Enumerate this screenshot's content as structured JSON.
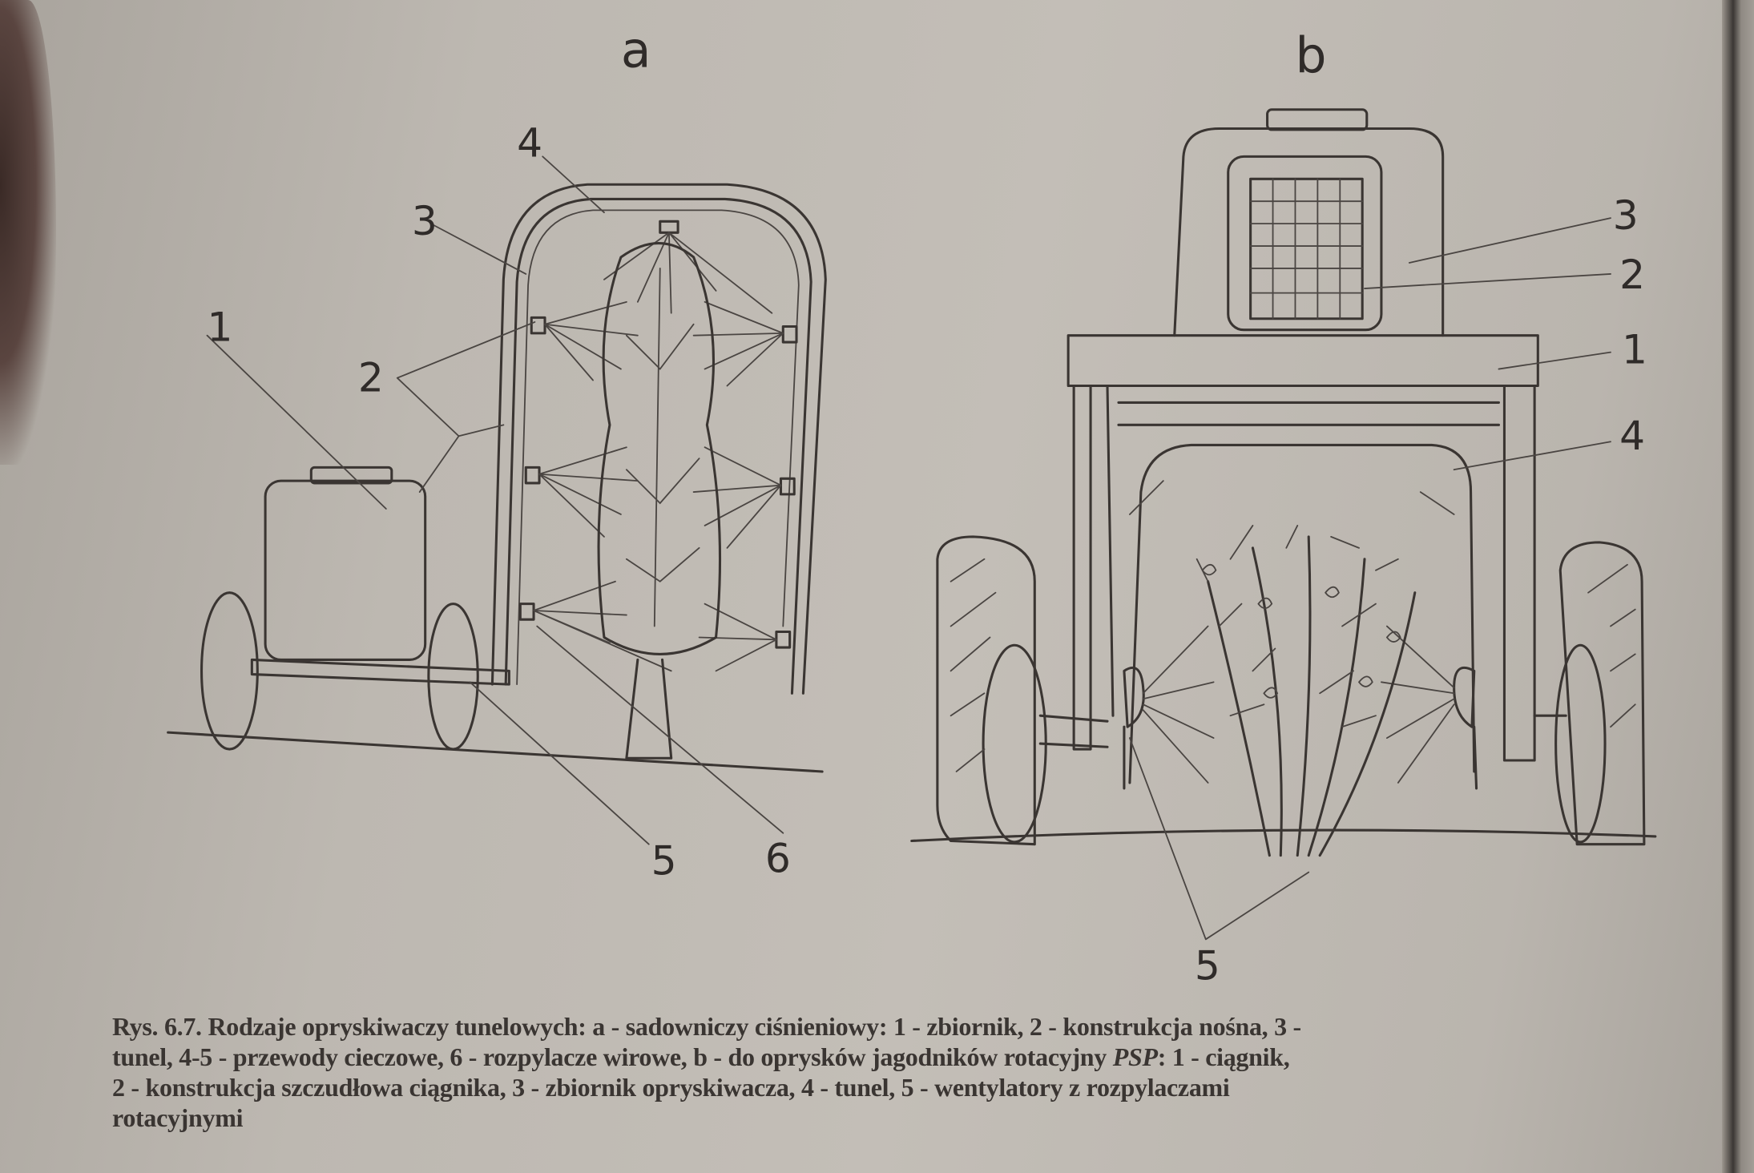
{
  "figure": {
    "panel_a": {
      "label": "a",
      "callouts": [
        "1",
        "2",
        "3",
        "4",
        "5",
        "6"
      ]
    },
    "panel_b": {
      "label": "b",
      "callouts": [
        "1",
        "2",
        "3",
        "4",
        "5"
      ]
    }
  },
  "caption": {
    "line1": "Rys. 6.7. Rodzaje opryskiwaczy tunelowych: a - sadowniczy ciśnieniowy: 1 - zbiornik, 2 - konstrukcja nośna, 3 -",
    "line2": "tunel, 4-5 - przewody cieczowe, 6 - rozpylacze wirowe, b - do oprysków jagodników rotacyjny",
    "line2_italic": "PSP",
    "line2_end": ": 1 - ciągnik,",
    "line3": "2 - konstrukcja szczudłowa ciągnika, 3 - zbiornik opryskiwacza, 4 - tunel, 5 - wentylatory z rozpylaczami",
    "line4": "rotacyjnymi"
  }
}
